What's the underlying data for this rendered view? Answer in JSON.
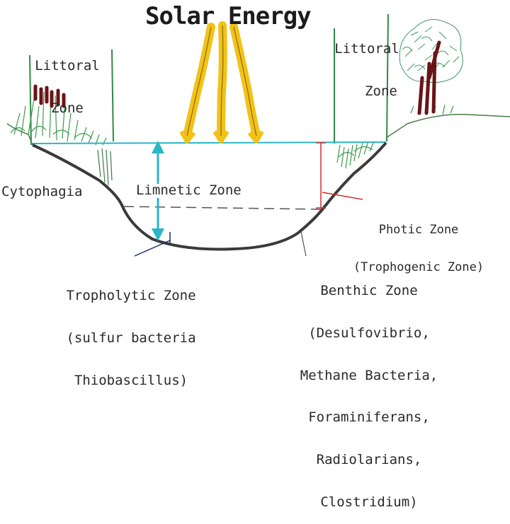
{
  "title": "Solar Energy",
  "labels": {
    "littoral_left": [
      "Littoral",
      "Zone"
    ],
    "littoral_right": [
      "Littoral",
      "Zone"
    ],
    "cytophagia": "Cytophagia",
    "limnetic": "Limnetic Zone",
    "photic": [
      "Photic Zone",
      "(Trophogenic Zone)"
    ],
    "tropholytic": [
      "Tropholytic Zone",
      "(sulfur bacteria",
      "Thiobascillus)"
    ],
    "benthic": [
      "Benthic Zone",
      "(Desulfovibrio,",
      "Methane Bacteria,",
      "Foraminiferans,",
      "Radiolarians,",
      "Clostridium)"
    ]
  },
  "colors": {
    "sun_rays": "#f2c218",
    "ray_core": "#8a6a10",
    "water_surface": "#2ab5c8",
    "limnetic_arrow": "#2ab5c8",
    "photic_marker": "#d42a2a",
    "basin_outline": "#3a3a3a",
    "littoral_lines": "#2e8a45",
    "plants": "#3c9a4a",
    "cattails": "#6a1418",
    "tree_foliage": "#3a9a62",
    "tree_trunks": "#6a1418"
  },
  "icons": {
    "cattails": "cattail-plant-icon",
    "tree": "tree-icon",
    "sun_rays": "sun-ray-arrow-icon"
  }
}
